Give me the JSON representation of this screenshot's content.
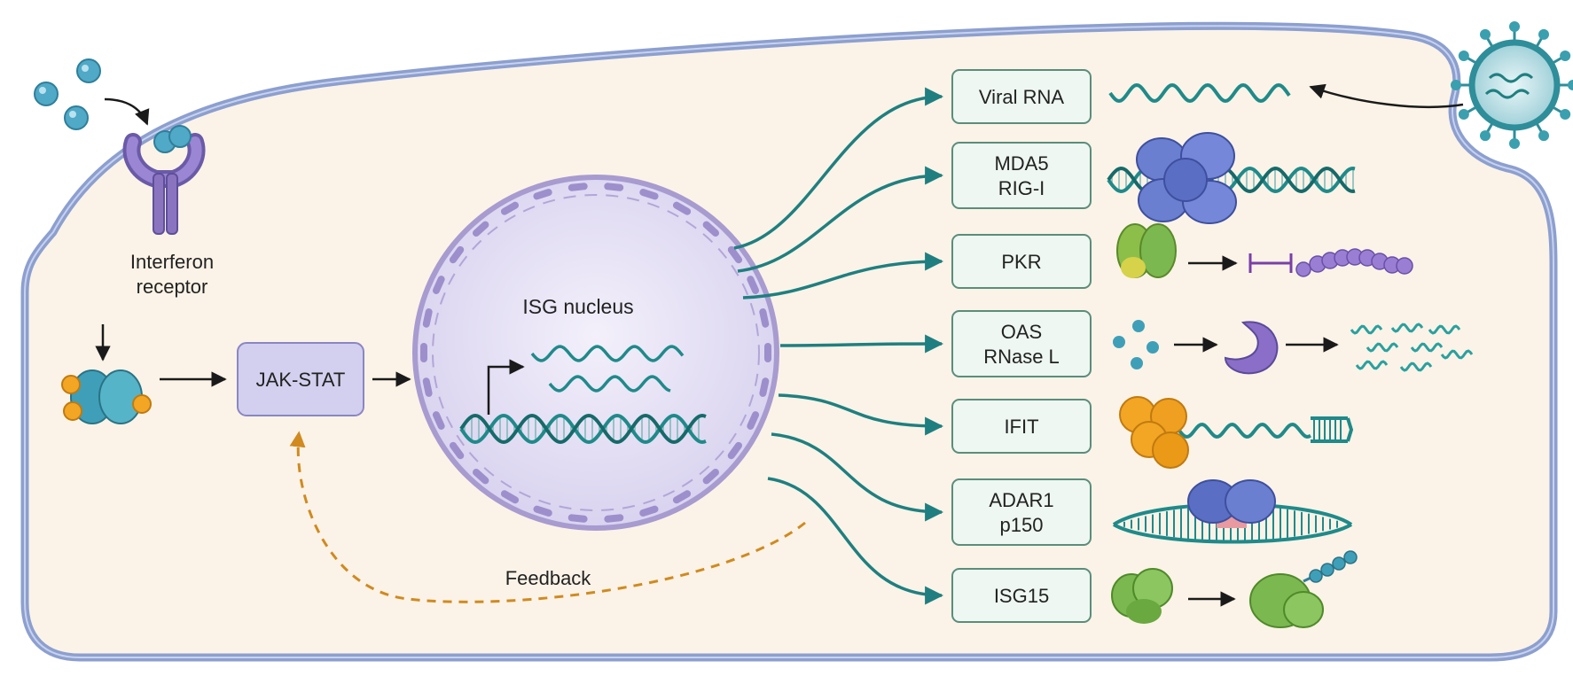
{
  "labels": {
    "receptor_line1": "Interferon",
    "receptor_line2": "receptor",
    "jak_stat": "JAK-STAT",
    "nucleus": "ISG nucleus",
    "feedback": "Feedback"
  },
  "effectors": [
    {
      "lines": [
        "Viral RNA"
      ]
    },
    {
      "lines": [
        "MDA5",
        "RIG-I"
      ]
    },
    {
      "lines": [
        "PKR"
      ]
    },
    {
      "lines": [
        "OAS",
        "RNase L"
      ]
    },
    {
      "lines": [
        "IFIT"
      ]
    },
    {
      "lines": [
        "ADAR1",
        "p150"
      ]
    },
    {
      "lines": [
        "ISG15"
      ]
    }
  ],
  "colors": {
    "cytoplasm": "#fbf3e7",
    "membrane": "#8c9fcf",
    "teal": "#1f8a8a",
    "purple": "#8a74c0",
    "orange": "#f0a020",
    "green": "#7cb850",
    "blue_protein": "#6a7fd0",
    "feedback": "#d08a20",
    "box_fill": "#eef7f1",
    "box_stroke": "#5a8d7c"
  }
}
